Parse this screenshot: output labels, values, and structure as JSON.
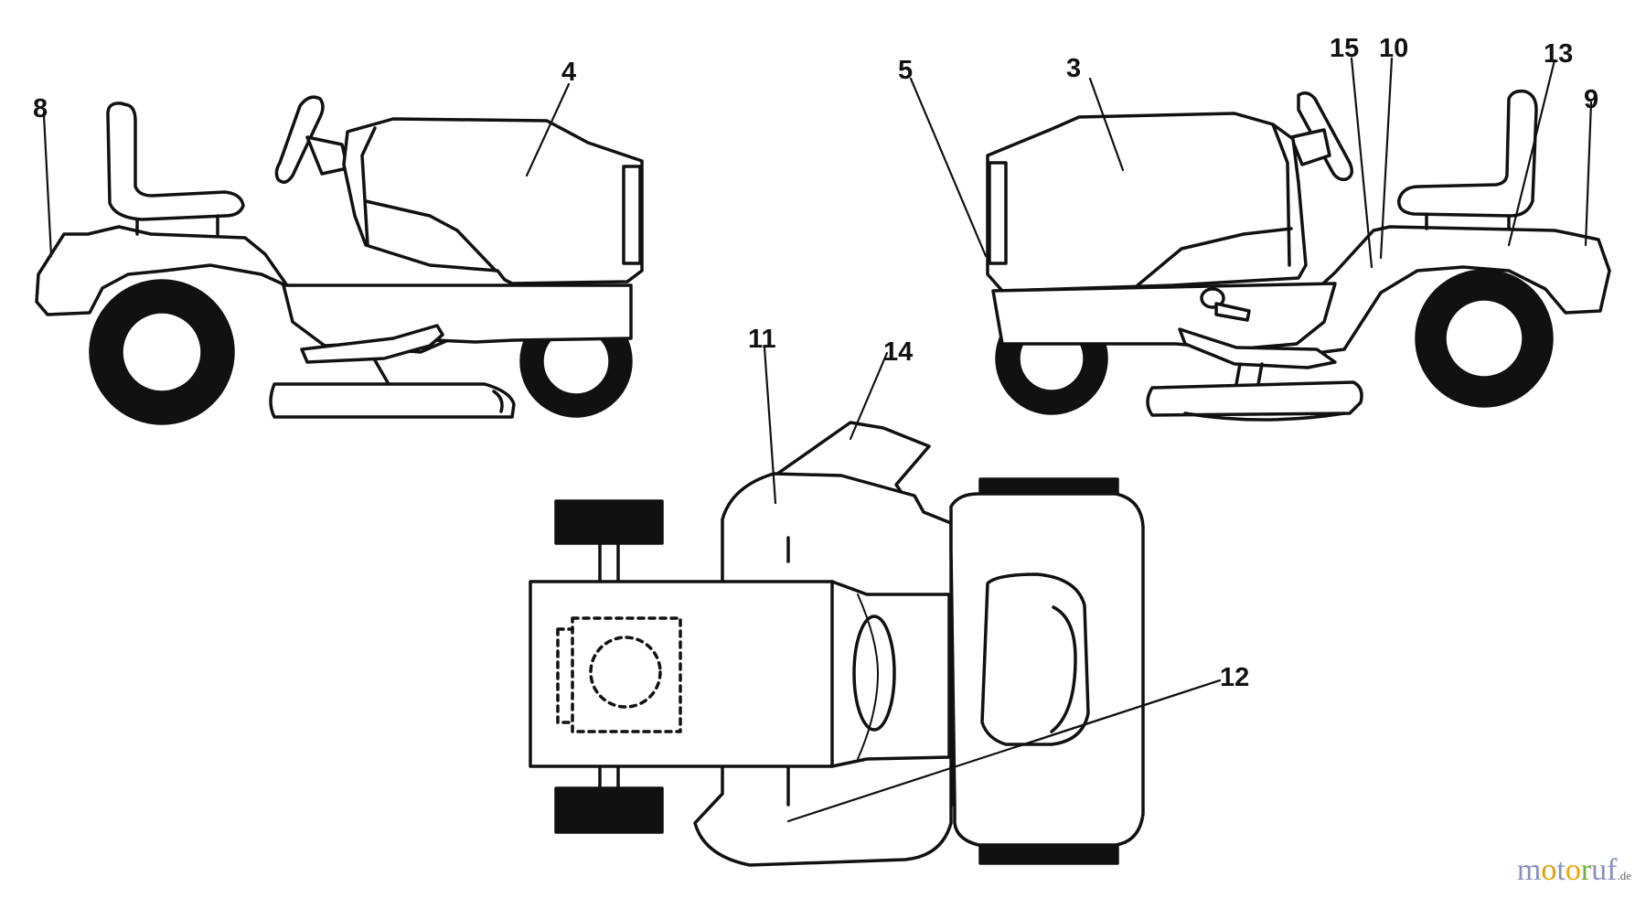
{
  "callouts": {
    "c8": "8",
    "c4": "4",
    "c5": "5",
    "c3": "3",
    "c15": "15",
    "c10": "10",
    "c13": "13",
    "c9": "9",
    "c11": "11",
    "c14": "14",
    "c12": "12"
  },
  "watermark": {
    "m1": "m",
    "o1": "o",
    "t": "t",
    "o2": "o",
    "r": "r",
    "uf": "uf",
    "tld": ".de"
  },
  "colors": {
    "stroke": "#111111",
    "tire": "#111111",
    "background": "#ffffff"
  }
}
